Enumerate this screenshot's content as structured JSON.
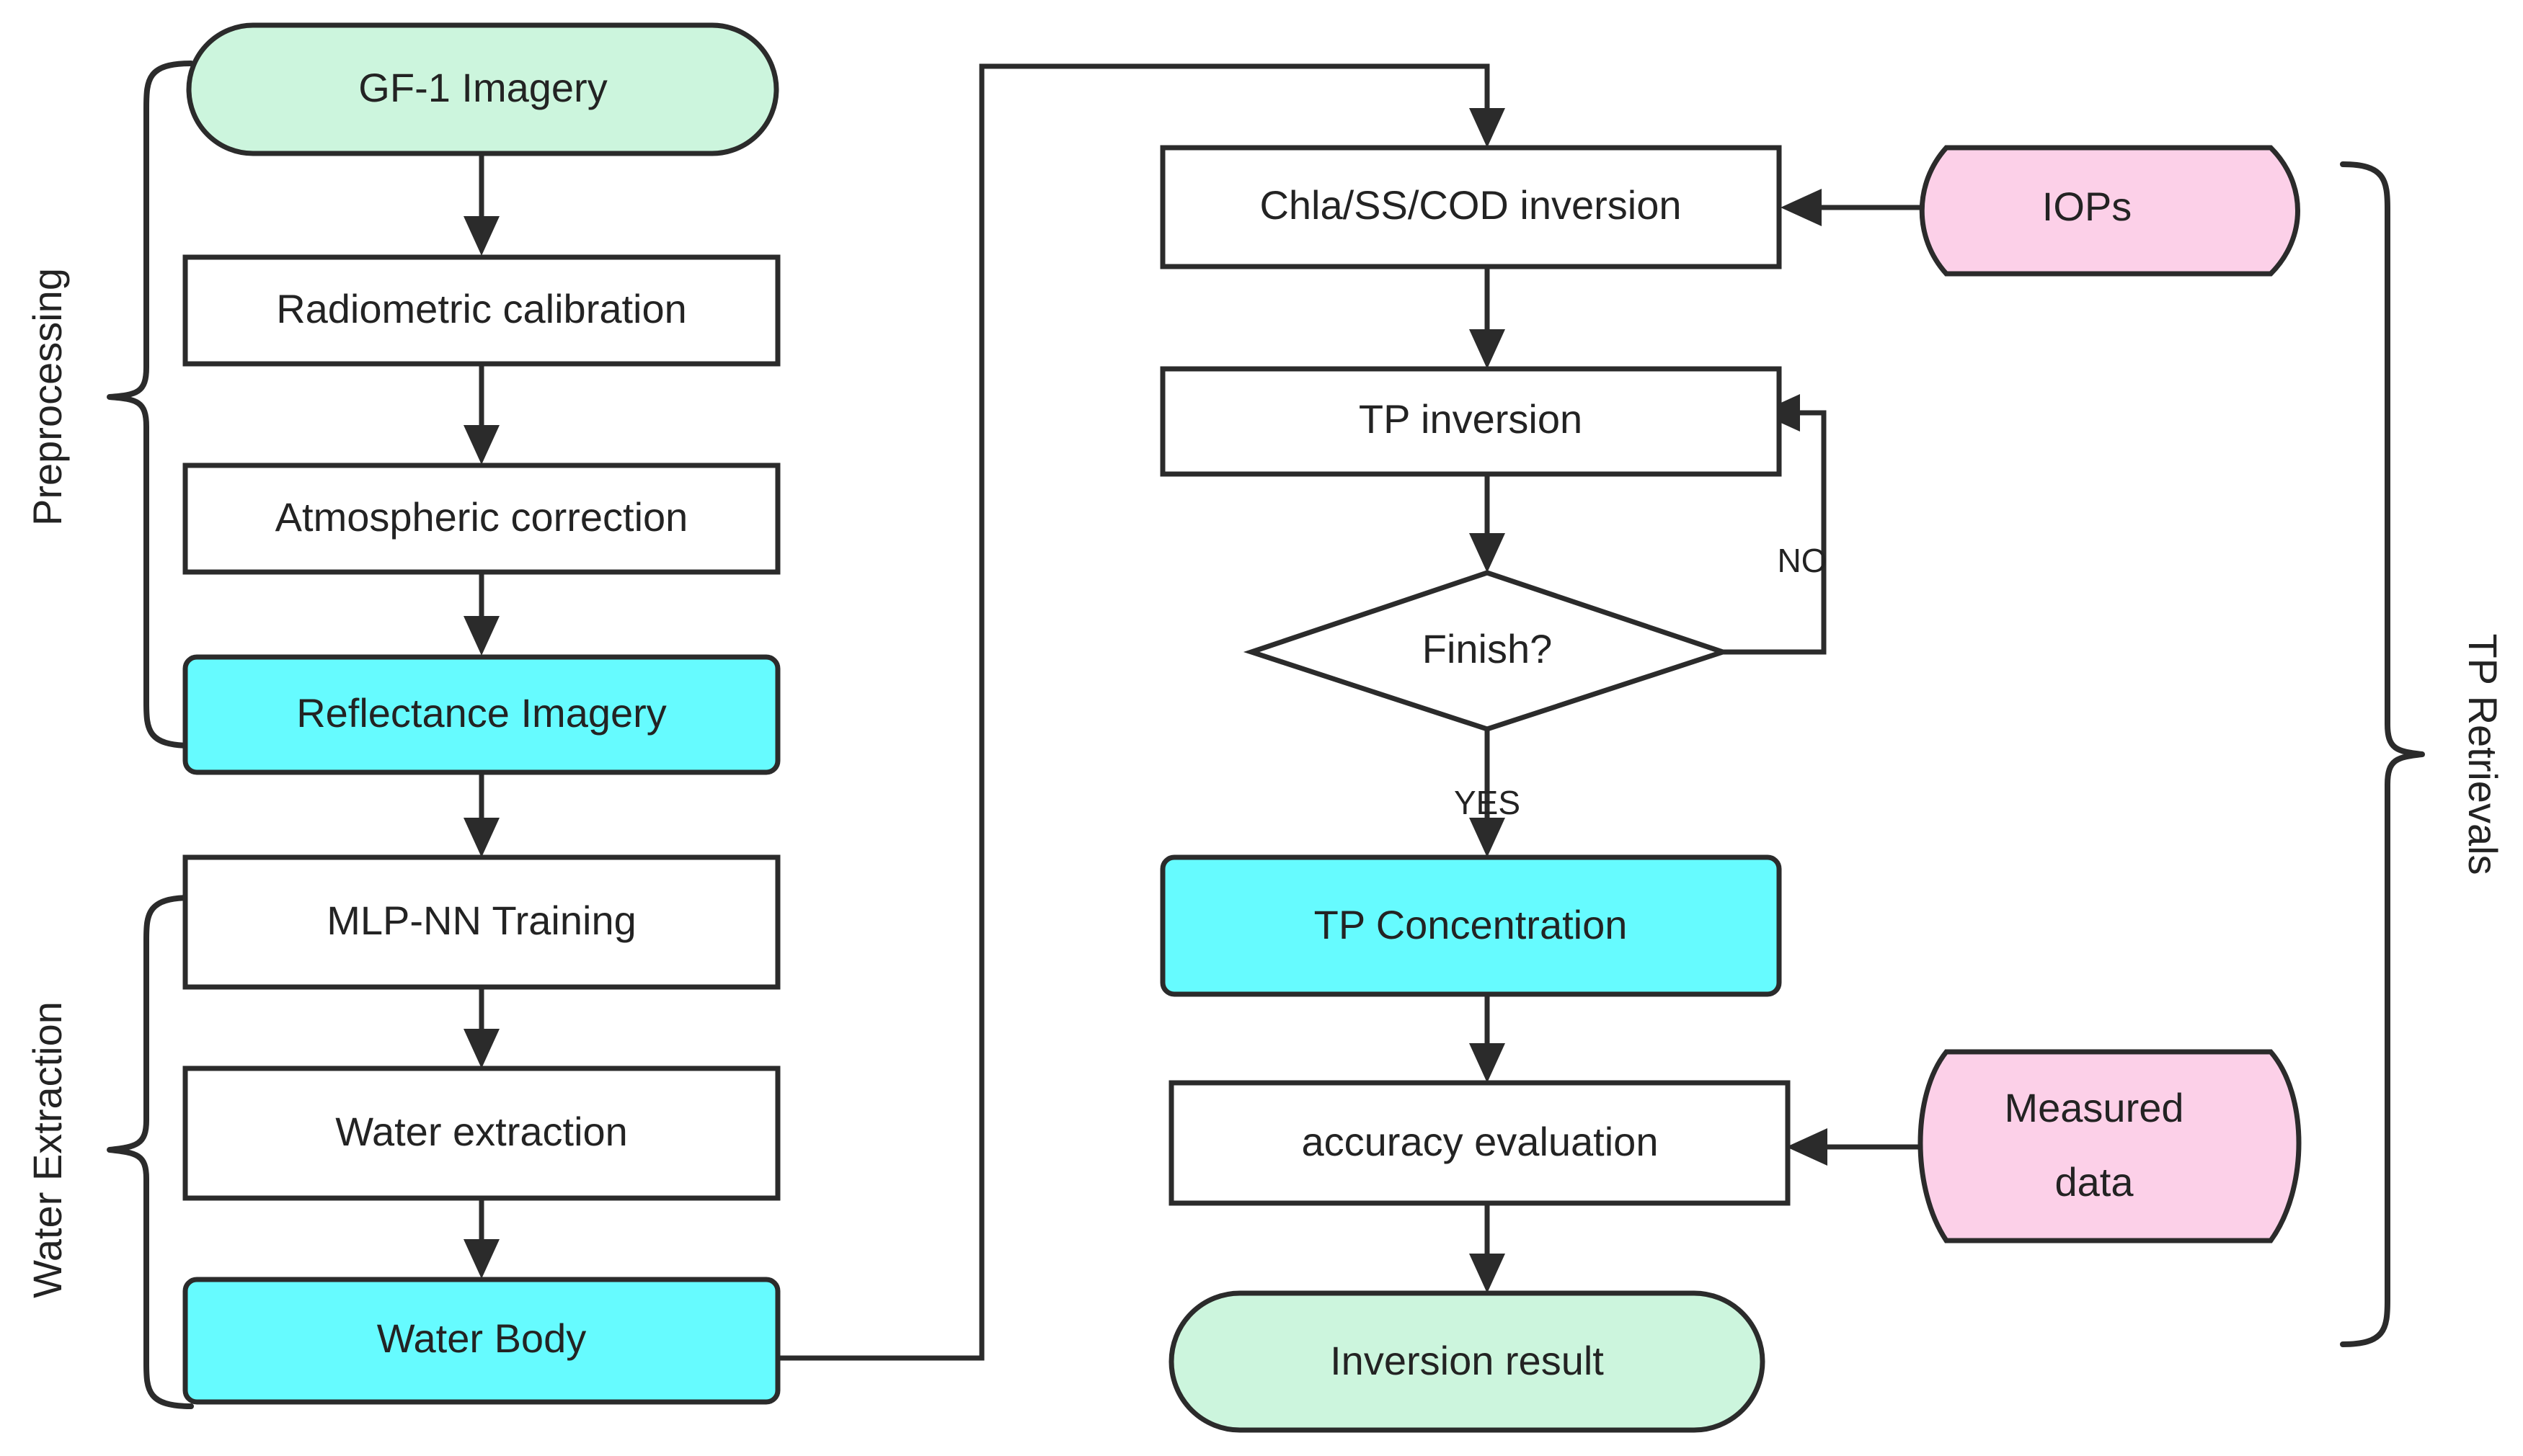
{
  "diagram": {
    "title": "TP retrieval workflow from GF-1 imagery",
    "colors": {
      "terminator_fill": "#ccf5dd",
      "data_product_fill": "#66fbff",
      "external_data_fill": "#fcd0e8",
      "process_fill": "#ffffff",
      "stroke": "#2b2b2b",
      "text": "#232323",
      "background": "#ffffff"
    },
    "groups": [
      {
        "id": "preprocessing",
        "label": "Preprocessing",
        "side": "left",
        "orientation": "vertical-up"
      },
      {
        "id": "water-extraction",
        "label": "Water Extraction",
        "side": "left",
        "orientation": "vertical-up"
      },
      {
        "id": "tp-retrievals",
        "label": "TP Retrievals",
        "side": "right",
        "orientation": "vertical-down"
      }
    ],
    "nodes": [
      {
        "id": "gf1-imagery",
        "label": "GF-1 Imagery",
        "shape": "stadium",
        "fill": "mint",
        "column": "left"
      },
      {
        "id": "radiometric-calibration",
        "label": "Radiometric calibration",
        "shape": "rect",
        "fill": "white",
        "column": "left"
      },
      {
        "id": "atmospheric-correction",
        "label": "Atmospheric correction",
        "shape": "rect",
        "fill": "white",
        "column": "left"
      },
      {
        "id": "reflectance-imagery",
        "label": "Reflectance Imagery",
        "shape": "rounded",
        "fill": "cyan",
        "column": "left"
      },
      {
        "id": "mlp-nn-training",
        "label": "MLP-NN Training",
        "shape": "rect",
        "fill": "white",
        "column": "left"
      },
      {
        "id": "water-extraction-step",
        "label": "Water extraction",
        "shape": "rect",
        "fill": "white",
        "column": "left"
      },
      {
        "id": "water-body",
        "label": "Water Body",
        "shape": "rounded",
        "fill": "cyan",
        "column": "left"
      },
      {
        "id": "chla-ss-cod-inversion",
        "label": "Chla/SS/COD inversion",
        "shape": "rect",
        "fill": "white",
        "column": "right"
      },
      {
        "id": "tp-inversion",
        "label": "TP inversion",
        "shape": "rect",
        "fill": "white",
        "column": "right"
      },
      {
        "id": "finish-decision",
        "label": "Finish?",
        "shape": "diamond",
        "fill": "white",
        "column": "right"
      },
      {
        "id": "tp-concentration",
        "label": "TP Concentration",
        "shape": "rounded",
        "fill": "cyan",
        "column": "right"
      },
      {
        "id": "accuracy-evaluation",
        "label": "accuracy evaluation",
        "shape": "rect",
        "fill": "white",
        "column": "right"
      },
      {
        "id": "inversion-result",
        "label": "Inversion result",
        "shape": "stadium",
        "fill": "mint",
        "column": "right"
      },
      {
        "id": "iops",
        "label": "IOPs",
        "shape": "document",
        "fill": "pink",
        "column": "far-right"
      },
      {
        "id": "measured-data",
        "label_line1": "Measured",
        "label_line2": "data",
        "label": "Measured data",
        "shape": "document",
        "fill": "pink",
        "column": "far-right"
      }
    ],
    "edges": [
      {
        "from": "gf1-imagery",
        "to": "radiometric-calibration",
        "label": ""
      },
      {
        "from": "radiometric-calibration",
        "to": "atmospheric-correction",
        "label": ""
      },
      {
        "from": "atmospheric-correction",
        "to": "reflectance-imagery",
        "label": ""
      },
      {
        "from": "reflectance-imagery",
        "to": "mlp-nn-training",
        "label": ""
      },
      {
        "from": "mlp-nn-training",
        "to": "water-extraction-step",
        "label": ""
      },
      {
        "from": "water-extraction-step",
        "to": "water-body",
        "label": ""
      },
      {
        "from": "water-body",
        "to": "chla-ss-cod-inversion",
        "label": ""
      },
      {
        "from": "iops",
        "to": "chla-ss-cod-inversion",
        "label": ""
      },
      {
        "from": "chla-ss-cod-inversion",
        "to": "tp-inversion",
        "label": ""
      },
      {
        "from": "tp-inversion",
        "to": "finish-decision",
        "label": ""
      },
      {
        "from": "finish-decision",
        "to": "tp-inversion",
        "label": "NO"
      },
      {
        "from": "finish-decision",
        "to": "tp-concentration",
        "label": "YES"
      },
      {
        "from": "tp-concentration",
        "to": "accuracy-evaluation",
        "label": ""
      },
      {
        "from": "measured-data",
        "to": "accuracy-evaluation",
        "label": ""
      },
      {
        "from": "accuracy-evaluation",
        "to": "inversion-result",
        "label": ""
      }
    ],
    "edge_labels": {
      "no": "NO",
      "yes": "YES"
    }
  }
}
